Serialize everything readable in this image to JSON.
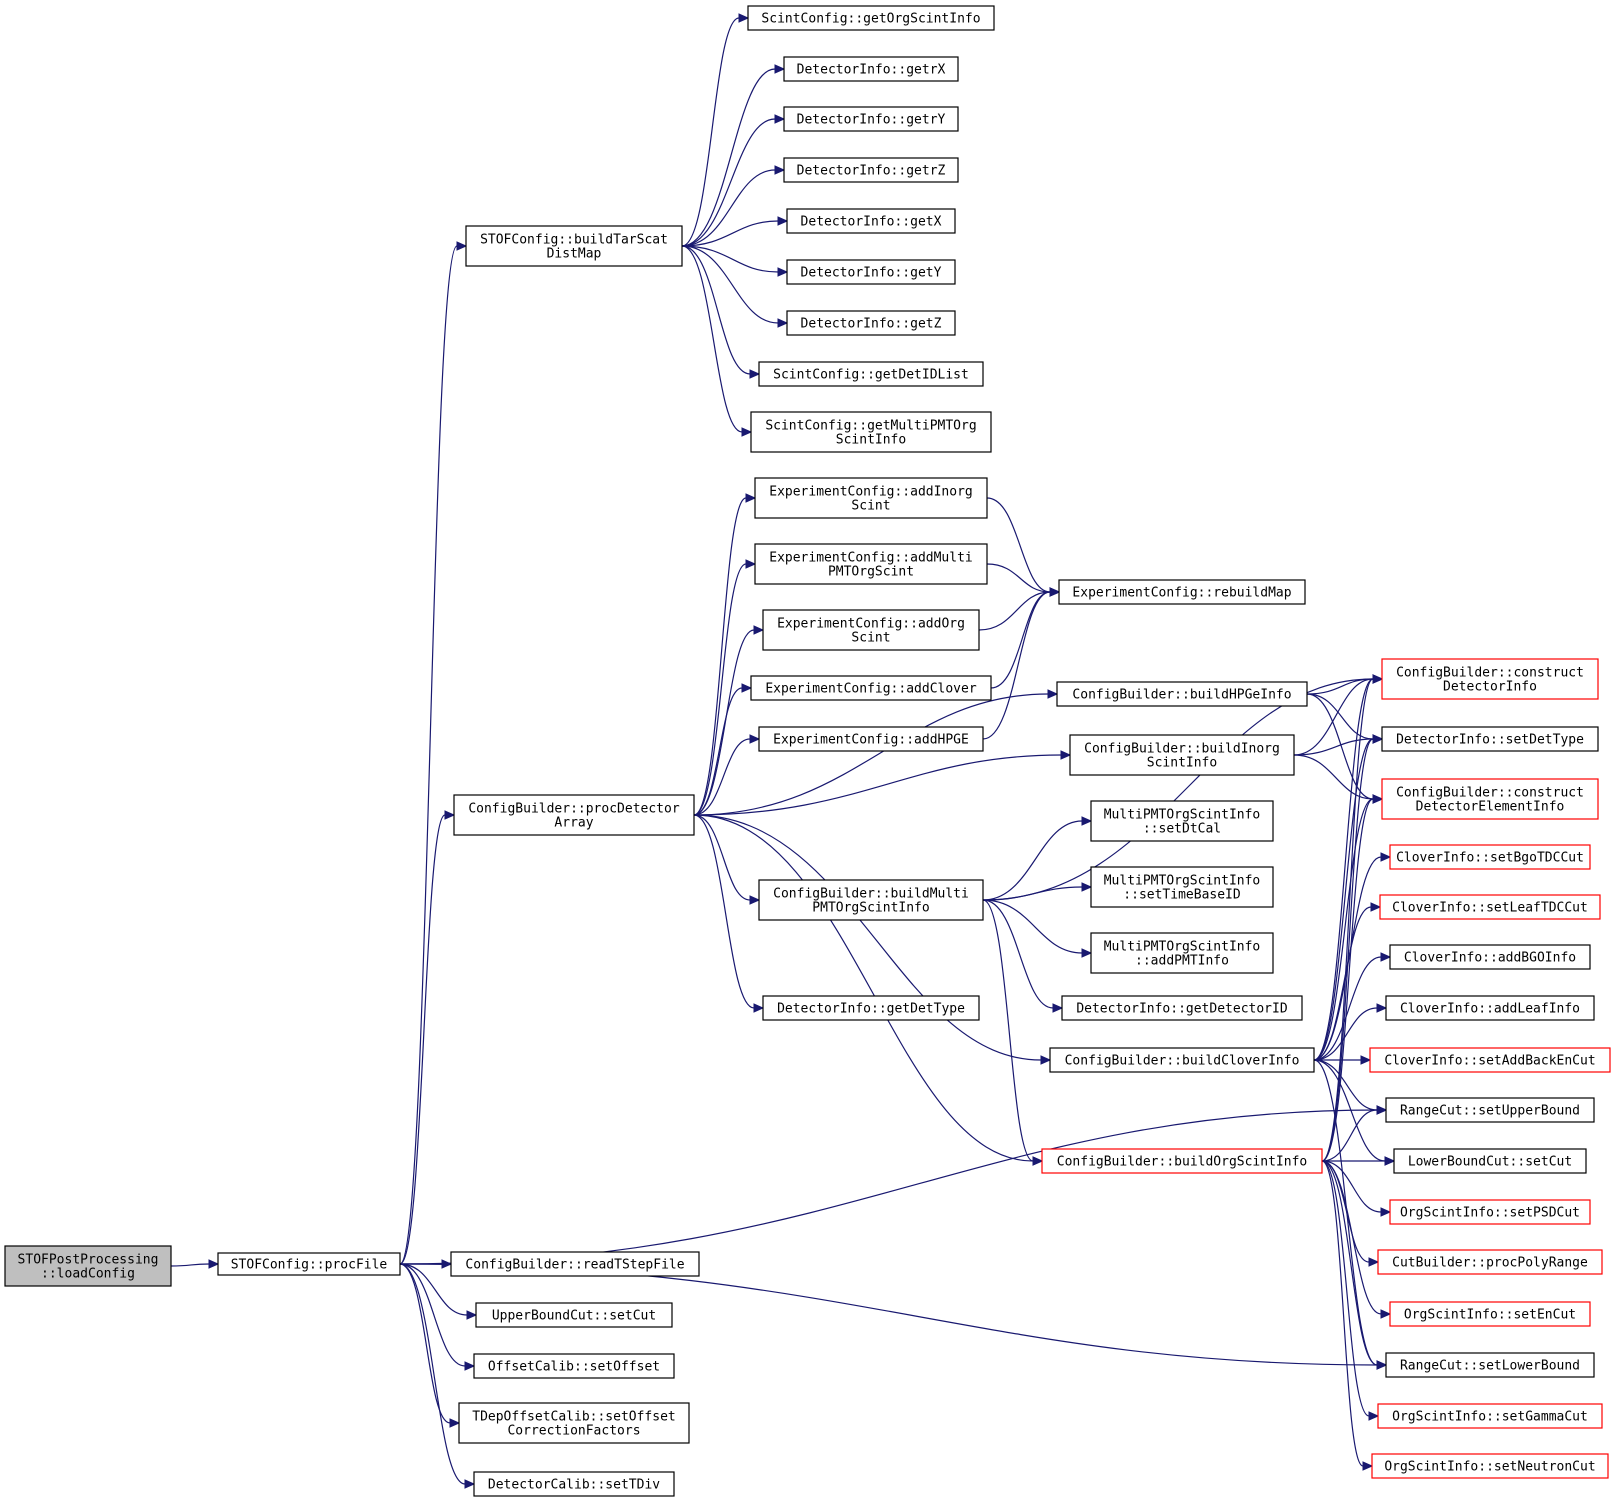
{
  "graph": {
    "edge_color": "#191970",
    "root_fill": "#bfbfbf",
    "truncated_border": "#ff0000",
    "nodes": [
      {
        "id": "root",
        "lines": [
          "STOFPostProcessing",
          "::loadConfig"
        ],
        "root": true
      },
      {
        "id": "procFile",
        "lines": [
          "STOFConfig::procFile"
        ]
      },
      {
        "id": "buildTarScat",
        "lines": [
          "STOFConfig::buildTarScat",
          "DistMap"
        ]
      },
      {
        "id": "procDetArray",
        "lines": [
          "ConfigBuilder::procDetector",
          "Array"
        ]
      },
      {
        "id": "readTStep",
        "lines": [
          "ConfigBuilder::readTStepFile"
        ]
      },
      {
        "id": "ubSetCut",
        "lines": [
          "UpperBoundCut::setCut"
        ]
      },
      {
        "id": "offsetCalib",
        "lines": [
          "OffsetCalib::setOffset"
        ]
      },
      {
        "id": "tdepOffset",
        "lines": [
          "TDepOffsetCalib::setOffset",
          "CorrectionFactors"
        ]
      },
      {
        "id": "setTDiv",
        "lines": [
          "DetectorCalib::setTDiv"
        ]
      },
      {
        "id": "getOrgScintInfo",
        "lines": [
          "ScintConfig::getOrgScintInfo"
        ]
      },
      {
        "id": "getrX",
        "lines": [
          "DetectorInfo::getrX"
        ]
      },
      {
        "id": "getrY",
        "lines": [
          "DetectorInfo::getrY"
        ]
      },
      {
        "id": "getrZ",
        "lines": [
          "DetectorInfo::getrZ"
        ]
      },
      {
        "id": "getX",
        "lines": [
          "DetectorInfo::getX"
        ]
      },
      {
        "id": "getY",
        "lines": [
          "DetectorInfo::getY"
        ]
      },
      {
        "id": "getZ",
        "lines": [
          "DetectorInfo::getZ"
        ]
      },
      {
        "id": "getDetIDList",
        "lines": [
          "ScintConfig::getDetIDList"
        ]
      },
      {
        "id": "getMultiPMT",
        "lines": [
          "ScintConfig::getMultiPMTOrg",
          "ScintInfo"
        ]
      },
      {
        "id": "addInorg",
        "lines": [
          "ExperimentConfig::addInorg",
          "Scint"
        ]
      },
      {
        "id": "addMulti",
        "lines": [
          "ExperimentConfig::addMulti",
          "PMTOrgScint"
        ]
      },
      {
        "id": "addOrg",
        "lines": [
          "ExperimentConfig::addOrg",
          "Scint"
        ]
      },
      {
        "id": "addClover",
        "lines": [
          "ExperimentConfig::addClover"
        ]
      },
      {
        "id": "addHPGE",
        "lines": [
          "ExperimentConfig::addHPGE"
        ]
      },
      {
        "id": "buildMulti",
        "lines": [
          "ConfigBuilder::buildMulti",
          "PMTOrgScintInfo"
        ]
      },
      {
        "id": "getDetType",
        "lines": [
          "DetectorInfo::getDetType"
        ]
      },
      {
        "id": "rebuildMap",
        "lines": [
          "ExperimentConfig::rebuildMap"
        ]
      },
      {
        "id": "buildHPGe",
        "lines": [
          "ConfigBuilder::buildHPGeInfo"
        ]
      },
      {
        "id": "buildInorg",
        "lines": [
          "ConfigBuilder::buildInorg",
          "ScintInfo"
        ]
      },
      {
        "id": "setDtCal",
        "lines": [
          "MultiPMTOrgScintInfo",
          "::setDtCal"
        ]
      },
      {
        "id": "setTimeBase",
        "lines": [
          "MultiPMTOrgScintInfo",
          "::setTimeBaseID"
        ]
      },
      {
        "id": "addPMTInfo",
        "lines": [
          "MultiPMTOrgScintInfo",
          "::addPMTInfo"
        ]
      },
      {
        "id": "getDetectorID",
        "lines": [
          "DetectorInfo::getDetectorID"
        ]
      },
      {
        "id": "buildClover",
        "lines": [
          "ConfigBuilder::buildCloverInfo"
        ]
      },
      {
        "id": "buildOrg",
        "lines": [
          "ConfigBuilder::buildOrgScintInfo"
        ],
        "truncated": true
      },
      {
        "id": "constructDet",
        "lines": [
          "ConfigBuilder::construct",
          "DetectorInfo"
        ],
        "truncated": true
      },
      {
        "id": "setDetType",
        "lines": [
          "DetectorInfo::setDetType"
        ]
      },
      {
        "id": "constructDetElem",
        "lines": [
          "ConfigBuilder::construct",
          "DetectorElementInfo"
        ],
        "truncated": true
      },
      {
        "id": "setBgoTDC",
        "lines": [
          "CloverInfo::setBgoTDCCut"
        ],
        "truncated": true
      },
      {
        "id": "setLeafTDC",
        "lines": [
          "CloverInfo::setLeafTDCCut"
        ],
        "truncated": true
      },
      {
        "id": "addBGO",
        "lines": [
          "CloverInfo::addBGOInfo"
        ]
      },
      {
        "id": "addLeaf",
        "lines": [
          "CloverInfo::addLeafInfo"
        ]
      },
      {
        "id": "setAddBack",
        "lines": [
          "CloverInfo::setAddBackEnCut"
        ],
        "truncated": true
      },
      {
        "id": "setUpper",
        "lines": [
          "RangeCut::setUpperBound"
        ]
      },
      {
        "id": "lbSetCut",
        "lines": [
          "LowerBoundCut::setCut"
        ]
      },
      {
        "id": "setPSD",
        "lines": [
          "OrgScintInfo::setPSDCut"
        ],
        "truncated": true
      },
      {
        "id": "procPoly",
        "lines": [
          "CutBuilder::procPolyRange"
        ],
        "truncated": true
      },
      {
        "id": "setEnCut",
        "lines": [
          "OrgScintInfo::setEnCut"
        ],
        "truncated": true
      },
      {
        "id": "setLower",
        "lines": [
          "RangeCut::setLowerBound"
        ]
      },
      {
        "id": "setGamma",
        "lines": [
          "OrgScintInfo::setGammaCut"
        ],
        "truncated": true
      },
      {
        "id": "setNeutron",
        "lines": [
          "OrgScintInfo::setNeutronCut"
        ],
        "truncated": true
      }
    ],
    "edges": [
      [
        "root",
        "procFile"
      ],
      [
        "procFile",
        "buildTarScat"
      ],
      [
        "procFile",
        "procDetArray"
      ],
      [
        "procFile",
        "readTStep"
      ],
      [
        "procFile",
        "ubSetCut"
      ],
      [
        "procFile",
        "offsetCalib"
      ],
      [
        "procFile",
        "tdepOffset"
      ],
      [
        "procFile",
        "setTDiv"
      ],
      [
        "procFile",
        "setUpper"
      ],
      [
        "procFile",
        "setLower"
      ],
      [
        "buildTarScat",
        "getOrgScintInfo"
      ],
      [
        "buildTarScat",
        "getrX"
      ],
      [
        "buildTarScat",
        "getrY"
      ],
      [
        "buildTarScat",
        "getrZ"
      ],
      [
        "buildTarScat",
        "getX"
      ],
      [
        "buildTarScat",
        "getY"
      ],
      [
        "buildTarScat",
        "getZ"
      ],
      [
        "buildTarScat",
        "getDetIDList"
      ],
      [
        "buildTarScat",
        "getMultiPMT"
      ],
      [
        "procDetArray",
        "addInorg"
      ],
      [
        "procDetArray",
        "addMulti"
      ],
      [
        "procDetArray",
        "addOrg"
      ],
      [
        "procDetArray",
        "addClover"
      ],
      [
        "procDetArray",
        "addHPGE"
      ],
      [
        "procDetArray",
        "buildHPGe"
      ],
      [
        "procDetArray",
        "buildInorg"
      ],
      [
        "procDetArray",
        "buildMulti"
      ],
      [
        "procDetArray",
        "getDetType"
      ],
      [
        "procDetArray",
        "buildClover"
      ],
      [
        "procDetArray",
        "buildOrg"
      ],
      [
        "addInorg",
        "rebuildMap"
      ],
      [
        "addMulti",
        "rebuildMap"
      ],
      [
        "addOrg",
        "rebuildMap"
      ],
      [
        "addClover",
        "rebuildMap"
      ],
      [
        "addHPGE",
        "rebuildMap"
      ],
      [
        "buildHPGe",
        "constructDet"
      ],
      [
        "buildHPGe",
        "setDetType"
      ],
      [
        "buildHPGe",
        "constructDetElem"
      ],
      [
        "buildInorg",
        "constructDet"
      ],
      [
        "buildInorg",
        "setDetType"
      ],
      [
        "buildInorg",
        "constructDetElem"
      ],
      [
        "buildMulti",
        "setDtCal"
      ],
      [
        "buildMulti",
        "setTimeBase"
      ],
      [
        "buildMulti",
        "addPMTInfo"
      ],
      [
        "buildMulti",
        "getDetectorID"
      ],
      [
        "buildMulti",
        "constructDet"
      ],
      [
        "buildMulti",
        "buildOrg"
      ],
      [
        "buildClover",
        "constructDet"
      ],
      [
        "buildClover",
        "setDetType"
      ],
      [
        "buildClover",
        "constructDetElem"
      ],
      [
        "buildClover",
        "setBgoTDC"
      ],
      [
        "buildClover",
        "setLeafTDC"
      ],
      [
        "buildClover",
        "addBGO"
      ],
      [
        "buildClover",
        "addLeaf"
      ],
      [
        "buildClover",
        "setAddBack"
      ],
      [
        "buildClover",
        "setUpper"
      ],
      [
        "buildClover",
        "lbSetCut"
      ],
      [
        "buildClover",
        "setLower"
      ],
      [
        "buildOrg",
        "constructDet"
      ],
      [
        "buildOrg",
        "setDetType"
      ],
      [
        "buildOrg",
        "constructDetElem"
      ],
      [
        "buildOrg",
        "setUpper"
      ],
      [
        "buildOrg",
        "lbSetCut"
      ],
      [
        "buildOrg",
        "setPSD"
      ],
      [
        "buildOrg",
        "procPoly"
      ],
      [
        "buildOrg",
        "setEnCut"
      ],
      [
        "buildOrg",
        "setLower"
      ],
      [
        "buildOrg",
        "setGamma"
      ],
      [
        "buildOrg",
        "setNeutron"
      ]
    ]
  }
}
